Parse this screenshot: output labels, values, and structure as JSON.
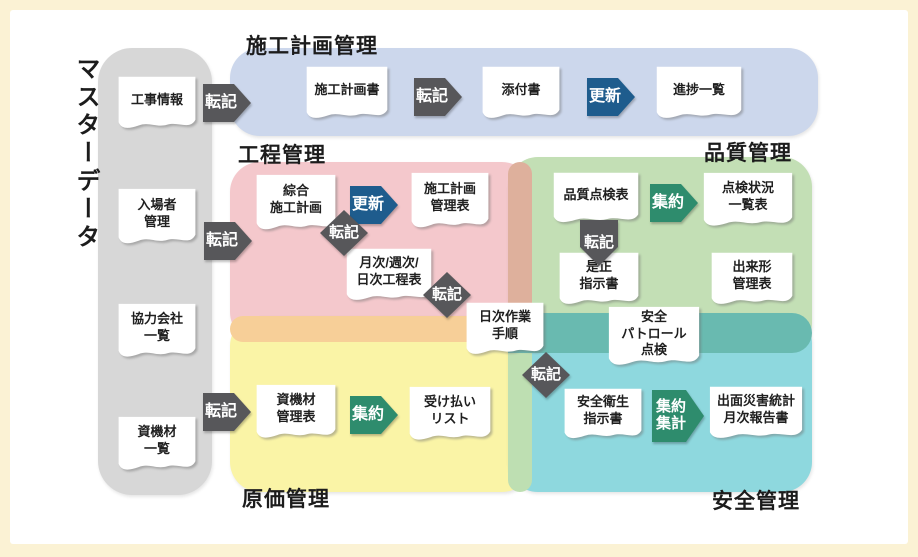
{
  "palette": {
    "frame": "#fbf2d4",
    "panel": "#ffffff",
    "master": "#d7d7d7",
    "plan": "#ccd7ec",
    "process": "#f4c8cc",
    "quality": "#c3dfb5",
    "cost": "#faf4a6",
    "safety": "#8ed8de",
    "overlap_process_quality": "#deb09c",
    "overlap_process_cost": "#f7cf98",
    "overlap_quality_safety": "#69bab0",
    "overlap_cost_safety": "#bedfb2",
    "transfer": "#57575a",
    "update": "#1e5c8d",
    "aggregate": "#2e8c6d",
    "text": "#1c1c1c"
  },
  "regions": [
    {
      "id": "master",
      "label": "マスターデータ"
    },
    {
      "id": "plan",
      "label": "施工計画管理"
    },
    {
      "id": "process",
      "label": "工程管理"
    },
    {
      "id": "quality",
      "label": "品質管理"
    },
    {
      "id": "cost",
      "label": "原価管理"
    },
    {
      "id": "safety",
      "label": "安全管理"
    }
  ],
  "documents": [
    {
      "id": "d_koji",
      "lines": [
        "工事情報"
      ]
    },
    {
      "id": "d_nyujo",
      "lines": [
        "入場者",
        "管理"
      ]
    },
    {
      "id": "d_kyoryoku",
      "lines": [
        "協力会社",
        "一覧"
      ]
    },
    {
      "id": "d_shizai_ichiran",
      "lines": [
        "資機材",
        "一覧"
      ]
    },
    {
      "id": "d_sekou_keikakusho",
      "lines": [
        "施工計画書"
      ]
    },
    {
      "id": "d_tenpusho",
      "lines": [
        "添付書"
      ]
    },
    {
      "id": "d_shinchoku",
      "lines": [
        "進捗一覧"
      ]
    },
    {
      "id": "d_sogo",
      "lines": [
        "綜合",
        "施工計画"
      ]
    },
    {
      "id": "d_sekou_kanrihyo",
      "lines": [
        "施工計画",
        "管理表"
      ]
    },
    {
      "id": "d_getsuji",
      "lines": [
        "月次/週次/",
        "日次工程表"
      ]
    },
    {
      "id": "d_hinshitsu",
      "lines": [
        "品質点検表"
      ]
    },
    {
      "id": "d_tenken_jokyo",
      "lines": [
        "点検状況",
        "一覧表"
      ]
    },
    {
      "id": "d_zesei",
      "lines": [
        "是正",
        "指示書"
      ]
    },
    {
      "id": "d_dekigata",
      "lines": [
        "出来形",
        "管理表"
      ]
    },
    {
      "id": "d_nichiji_sagyo",
      "lines": [
        "日次作業",
        "手順"
      ]
    },
    {
      "id": "d_anzen_patrol",
      "lines": [
        "安全",
        "パトロール",
        "点検"
      ]
    },
    {
      "id": "d_shizai_kanrihyo",
      "lines": [
        "資機材",
        "管理表"
      ]
    },
    {
      "id": "d_ukeharai",
      "lines": [
        "受け払い",
        "リスト"
      ]
    },
    {
      "id": "d_anzen_eisei",
      "lines": [
        "安全衛生",
        "指示書"
      ]
    },
    {
      "id": "d_demen",
      "lines": [
        "出面災害統計",
        "月次報告書"
      ]
    }
  ],
  "arrows": [
    {
      "id": "a_tenki_master_plan",
      "lines": [
        "転記"
      ],
      "op": "transfer"
    },
    {
      "id": "a_tenki_plan_attach",
      "lines": [
        "転記"
      ],
      "op": "transfer"
    },
    {
      "id": "a_koshin_attach_prog",
      "lines": [
        "更新"
      ],
      "op": "update"
    },
    {
      "id": "a_tenki_master_process",
      "lines": [
        "転記"
      ],
      "op": "transfer"
    },
    {
      "id": "a_koshin_sogo_kanri",
      "lines": [
        "更新"
      ],
      "op": "update"
    },
    {
      "id": "a_tenki_sogo_getsuji",
      "lines": [
        "転記"
      ],
      "op": "transfer"
    },
    {
      "id": "a_tenki_getsuji_nichiji",
      "lines": [
        "転記"
      ],
      "op": "transfer"
    },
    {
      "id": "a_tenki_hinshitsu_zesei",
      "lines": [
        "転記"
      ],
      "op": "transfer"
    },
    {
      "id": "a_shuyaku_hinshitsu",
      "lines": [
        "集約"
      ],
      "op": "aggregate"
    },
    {
      "id": "a_tenki_nichiji_anzen",
      "lines": [
        "転記"
      ],
      "op": "transfer"
    },
    {
      "id": "a_tenki_master_shizai",
      "lines": [
        "転記"
      ],
      "op": "transfer"
    },
    {
      "id": "a_shuyaku_shizai",
      "lines": [
        "集約"
      ],
      "op": "aggregate"
    },
    {
      "id": "a_shuyaku_shukei",
      "lines": [
        "集約",
        "集計"
      ],
      "op": "aggregate"
    }
  ]
}
